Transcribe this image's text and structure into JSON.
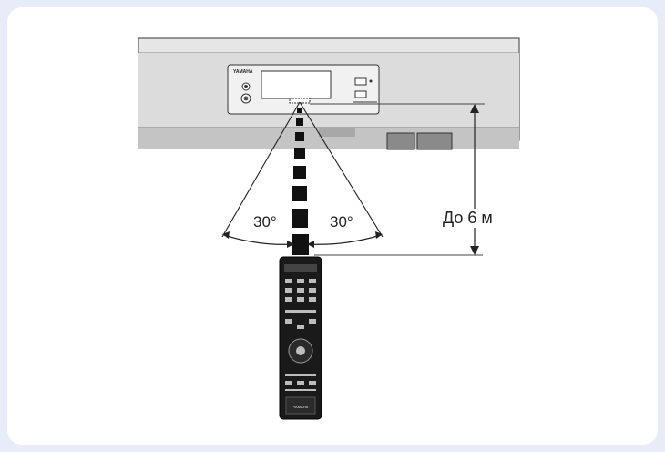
{
  "diagram": {
    "angle_left_label": "30°",
    "angle_right_label": "30°",
    "distance_label": "До 6 м",
    "brand_label": "YAMAHA"
  }
}
